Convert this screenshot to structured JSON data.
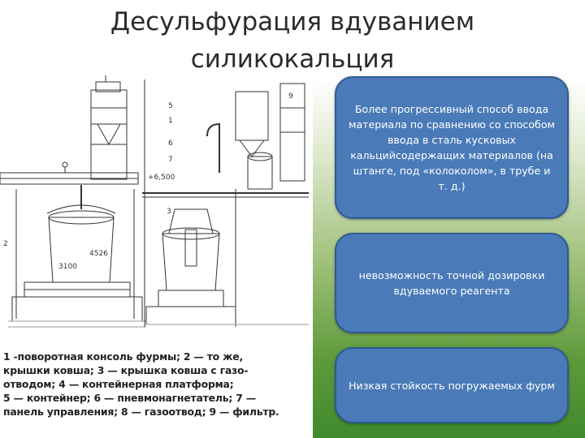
{
  "slide": {
    "title": "Десульфурация вдуванием силикокальция"
  },
  "figure": {
    "label_9": "9",
    "label_5": "5",
    "label_1": "1",
    "label_6": "6",
    "label_7": "7",
    "label_2": "2",
    "label_3": "3",
    "elevation": "+6,500",
    "dim_1": "4526",
    "dim_2": "3100",
    "caption": "1 -поворотная консоль фурмы; 2 — то же,\nкрышки ковша; 3 — крышка ковша с газо-\nотводом; 4 — контейнерная платформа;\n5 — контейнер; 6 — пневмонагнетатель; 7 —\nпанель управления; 8 — газоотвод; 9 — фильтр."
  },
  "boxes": [
    {
      "text": "Более прогрессивный способ ввода материала по сравнению со способом ввода в сталь кусковых кальцийсодержащих материалов (на штанге, под «колоколом», в трубе и т. д.)"
    },
    {
      "text": "невозможность точной дозировки вдуваемого реагента"
    },
    {
      "text": "Низкая стойкость погружаемых фурм"
    }
  ]
}
